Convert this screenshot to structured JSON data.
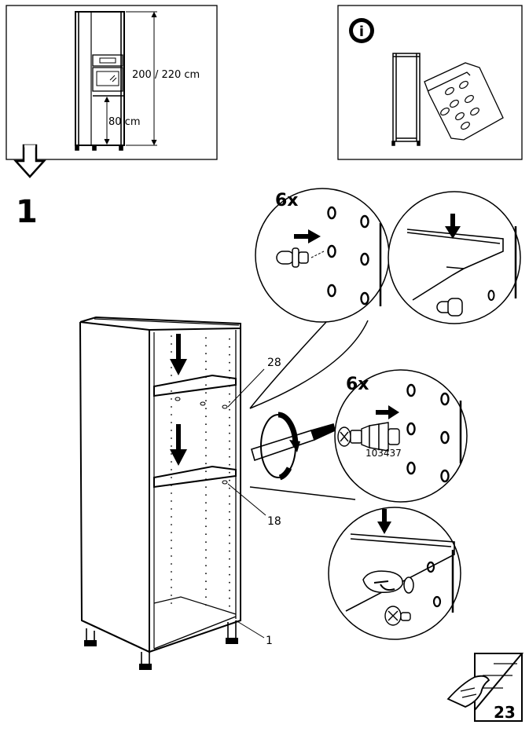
{
  "header": {
    "dimension_height": "200 / 220 cm",
    "dimension_lower": "80 cm",
    "info_symbol": "i"
  },
  "step": {
    "number": "1"
  },
  "details": {
    "shelf_pin_qty": "6x",
    "screw_qty": "6x",
    "screw_part_number": "103437"
  },
  "callouts": {
    "upper_shelf": "28",
    "lower_shelf": "18",
    "frame": "1"
  },
  "footer": {
    "page_number": "23"
  },
  "icons": [
    "arrow-down-outline-icon",
    "info-icon",
    "page-turn-hand-icon"
  ]
}
